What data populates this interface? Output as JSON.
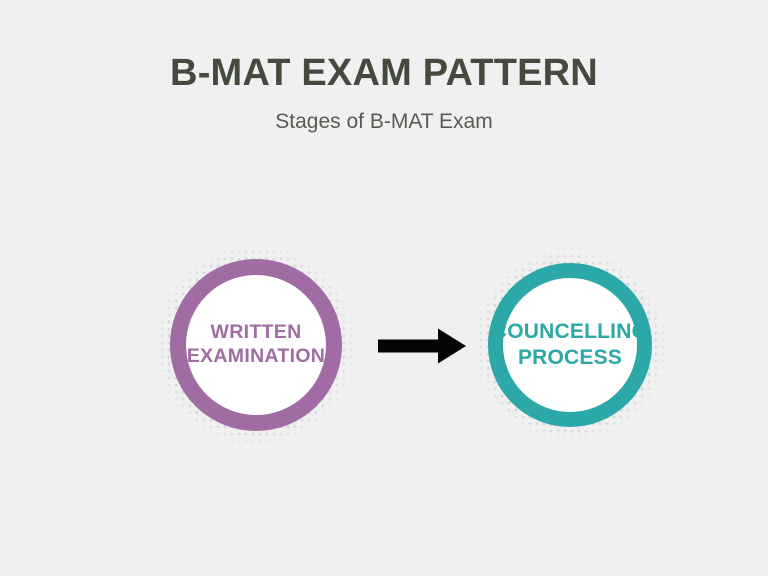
{
  "page": {
    "background_color": "#f0f0f0"
  },
  "header": {
    "title": "B-MAT EXAM PATTERN",
    "subtitle": "Stages of B-MAT Exam",
    "title_color": "#444b3e",
    "subtitle_color": "#565c51"
  },
  "diagram": {
    "type": "flow",
    "connector": "arrow-right",
    "connector_color": "#050505",
    "halo_dot_color": "#b9c3cd",
    "stages": [
      {
        "id": "written-examination",
        "label": "WRITTEN\nEXAMINATION",
        "line1": "WRITTEN",
        "line2": "EXAMINATION",
        "color": "#a06ca3",
        "fill": "#ffffff",
        "order": 1
      },
      {
        "id": "councelling-process",
        "label": "COUNCELLING\nPROCESS",
        "line1": "COUNCELLING",
        "line2": "PROCESS",
        "color": "#2ca8a8",
        "fill": "#ffffff",
        "order": 2
      }
    ]
  }
}
